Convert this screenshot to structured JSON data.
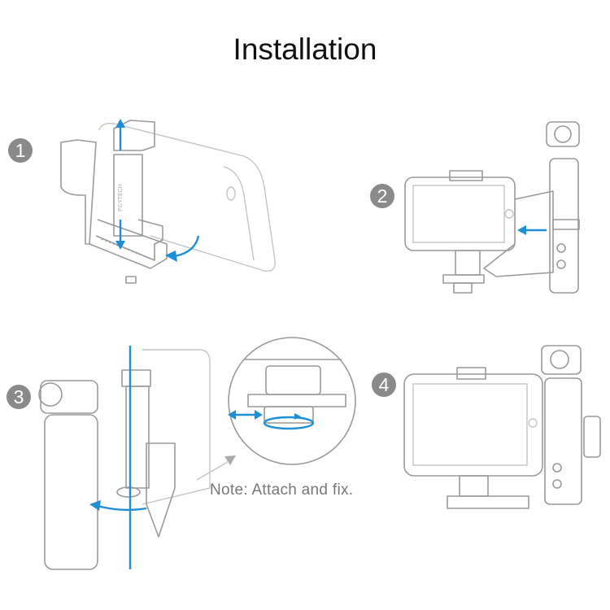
{
  "title": "Installation",
  "steps": [
    {
      "number": "1"
    },
    {
      "number": "2"
    },
    {
      "number": "3"
    },
    {
      "number": "4"
    }
  ],
  "note": "Note: Attach and fix.",
  "brand": "PGYTECH",
  "colors": {
    "arrow": "#1e8fd5",
    "badge": "#8a8a8a",
    "line": "#9a9a9a"
  }
}
